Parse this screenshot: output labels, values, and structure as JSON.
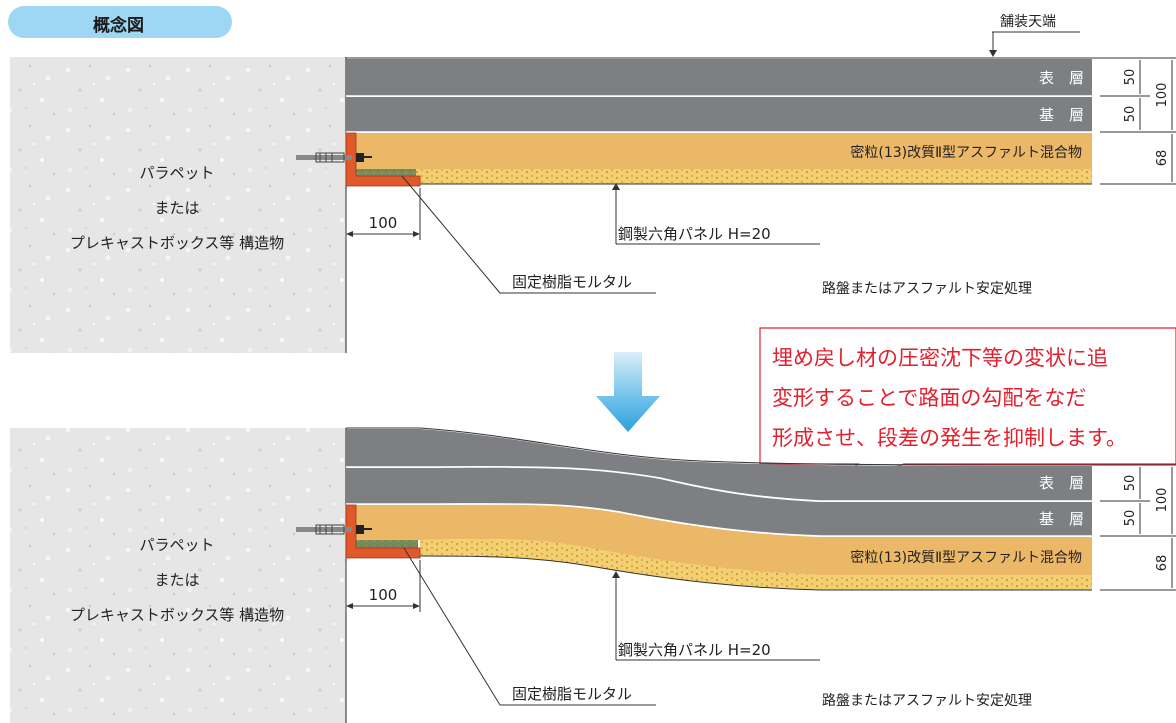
{
  "section_title": "概念図",
  "top_label": "舗装天端",
  "layers": {
    "surface": "表　層",
    "base": "基　層",
    "asphalt_mix": "密粒(13)改質Ⅱ型アスファルト混合物",
    "subbase": "路盤またはアスファルト安定処理"
  },
  "structure": {
    "line1": "パラペット",
    "line2": "または",
    "line3": "プレキャストボックス等 構造物"
  },
  "annotations": {
    "width": "100",
    "panel": "鋼製六角パネル H=20",
    "mortar": "固定樹脂モルタル"
  },
  "dimensions": {
    "surface": "50",
    "base": "50",
    "total": "100",
    "mix": "68"
  },
  "callout": {
    "line1": "埋め戻し材の圧密沈下等の変状に追",
    "line2": "変形することで路面の勾配をなだ",
    "line3": "形成させ、段差の発生を抑制します。"
  },
  "colors": {
    "asphalt": "#7d7f83",
    "mix": "#ebb868",
    "panel": "#f3cf6f",
    "mortar": "#7a8a5a",
    "bracket": "#e0592b",
    "arrow": "#2d9fd9",
    "callout": "#e4202e"
  }
}
